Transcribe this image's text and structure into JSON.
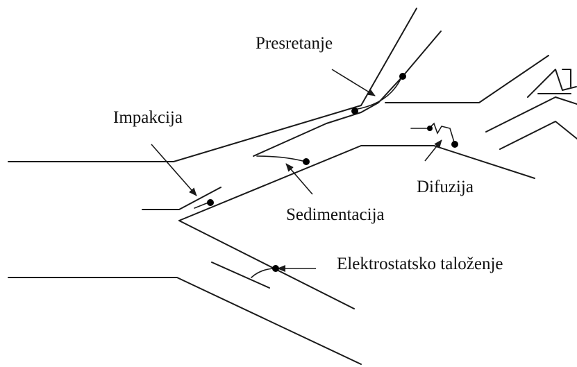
{
  "labels": {
    "interception": "Presretanje",
    "impaction": "Impakcija",
    "diffusion": "Difuzija",
    "sedimentation": "Sedimentacija",
    "electrostatic": "Elektrostatsko taloženje"
  },
  "colors": {
    "line": "#1a1a1a",
    "particle": "#000000",
    "background": "#ffffff"
  }
}
